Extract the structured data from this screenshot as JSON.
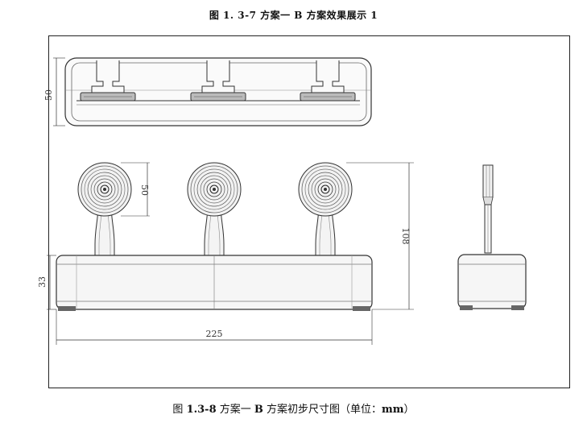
{
  "top_caption": "图 1. 3-7  方案一 B 方案效果展示 1",
  "bottom_caption": {
    "prefix": "图 ",
    "number": "1.3-8",
    "middle": " 方案一 ",
    "letter": "B",
    "suffix": " 方案初步尺寸图（单位：",
    "unit": "mm",
    "close": "）"
  },
  "dimensions": {
    "top_view_height": "50",
    "knob_diameter": "50",
    "overall_height": "108",
    "base_height": "33",
    "total_width": "225"
  }
}
